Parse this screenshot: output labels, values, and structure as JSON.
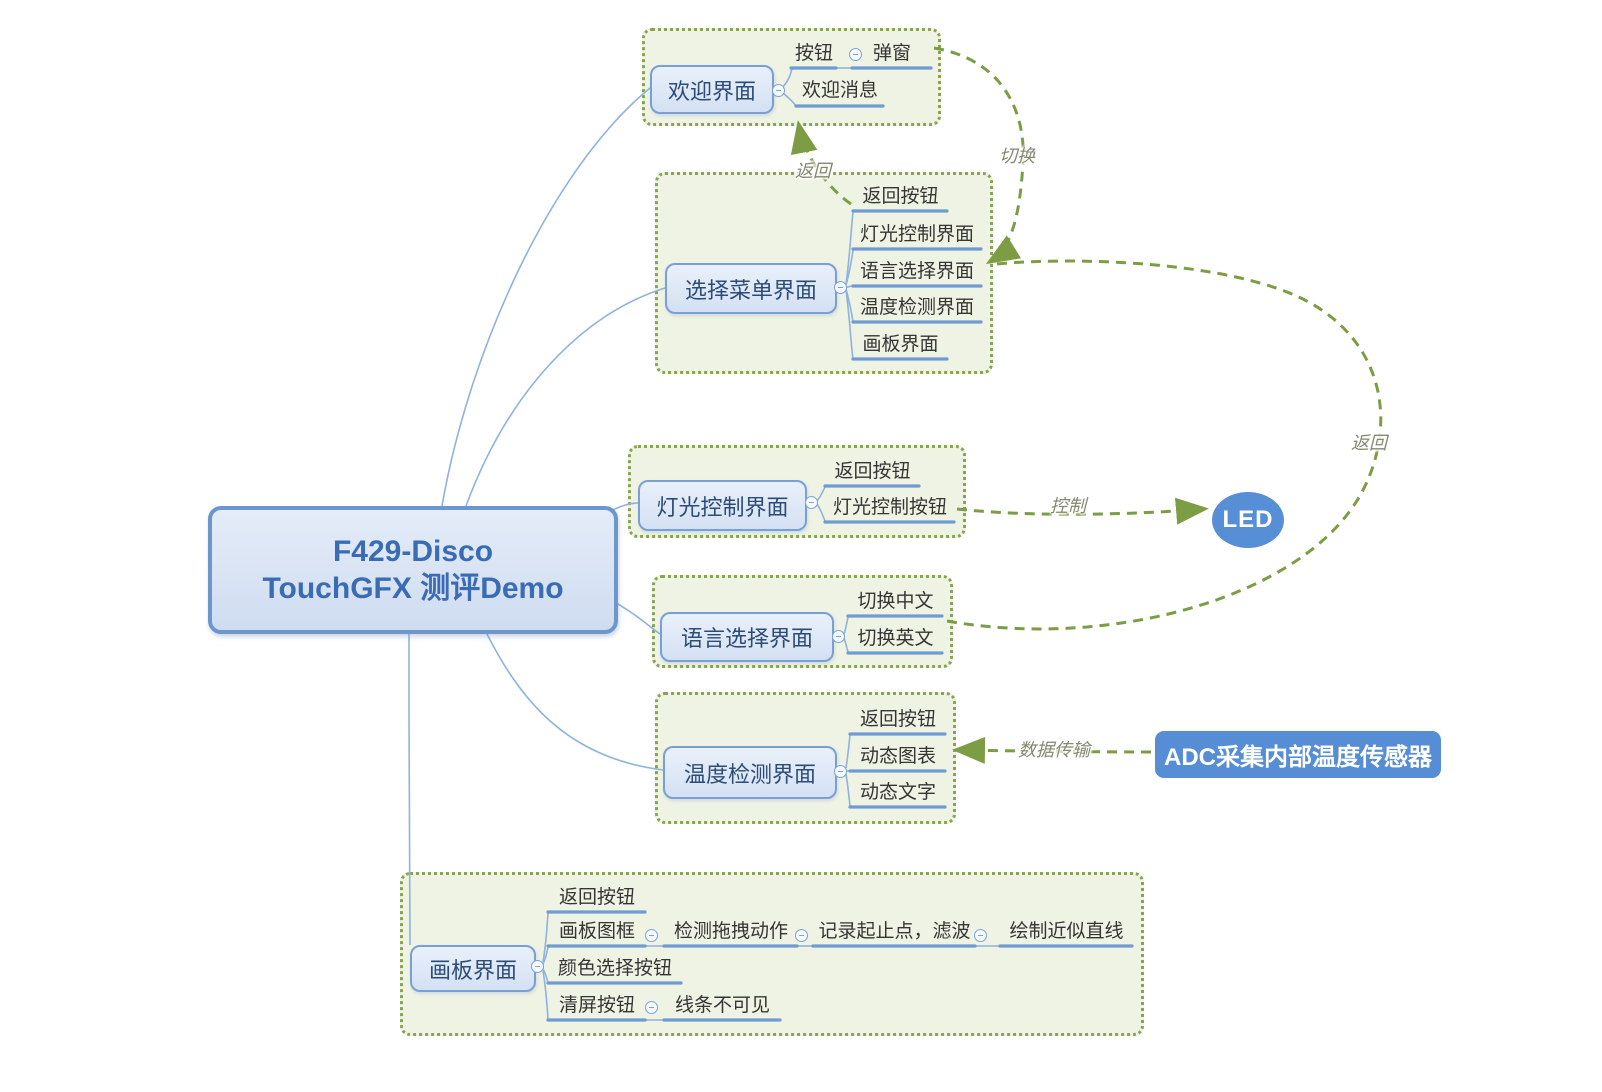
{
  "root": {
    "line1": "F429-Disco",
    "line2": "TouchGFX 测评Demo"
  },
  "topics": {
    "welcome": "欢迎界面",
    "menu": "选择菜单界面",
    "light": "灯光控制界面",
    "lang": "语言选择界面",
    "temp": "温度检测界面",
    "board": "画板界面"
  },
  "children": {
    "welcome_button": "按钮",
    "welcome_popup": "弹窗",
    "welcome_msg": "欢迎消息",
    "menu_back": "返回按钮",
    "menu_light": "灯光控制界面",
    "menu_lang": "语言选择界面",
    "menu_temp": "温度检测界面",
    "menu_board": "画板界面",
    "light_back": "返回按钮",
    "light_button": "灯光控制按钮",
    "lang_cn": "切换中文",
    "lang_en": "切换英文",
    "temp_back": "返回按钮",
    "temp_chart": "动态图表",
    "temp_text": "动态文字",
    "board_back": "返回按钮",
    "board_frame": "画板图框",
    "board_detect": "检测拖拽动作",
    "board_record": "记录起止点，滤波",
    "board_draw": "绘制近似直线",
    "board_color": "颜色选择按钮",
    "board_clear": "清屏按钮",
    "board_invisible": "线条不可见"
  },
  "external": {
    "led": "LED",
    "adc": "ADC采集内部温度传感器"
  },
  "relations": {
    "back_to_welcome": "返回",
    "switch": "切换",
    "back_to_menu": "返回",
    "control": "控制",
    "data_transfer": "数据传输"
  },
  "colors": {
    "boundary_border": "#8aa352",
    "boundary_fill": "#eff3e3",
    "topic_border": "#79a0d6",
    "topic_fill": "#dde7f5",
    "root_border": "#6d96cc",
    "root_text": "#3a6cb3",
    "underline": "#6f9bd3",
    "relation_dash": "#7d9d44",
    "external_fill": "#568dd4"
  }
}
